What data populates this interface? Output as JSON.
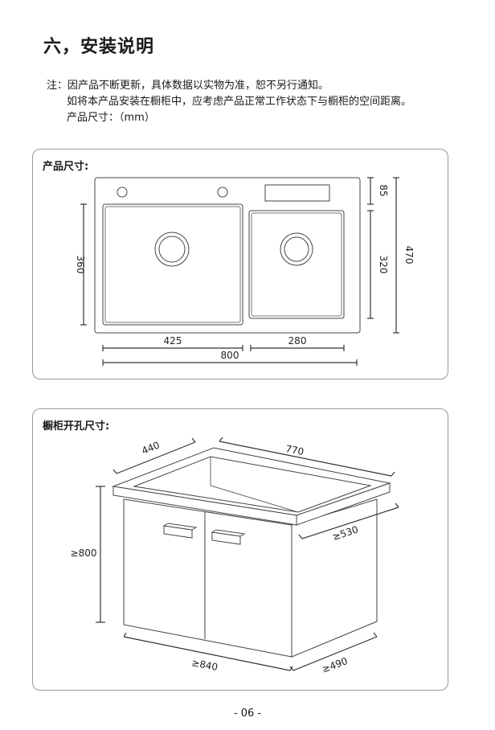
{
  "section_heading": "六，安装说明",
  "notes": [
    "注：因产品不断更新，具体数据以实物为准，恕不另行通知。",
    "如将本产品安装在橱柜中，应考虑产品正常工作状态下与橱柜的空间距离。",
    "产品尺寸：（mm）"
  ],
  "product_panel": {
    "title": "产品尺寸:",
    "dims": {
      "left_bowl_depth": "360",
      "top_deck": "85",
      "right_bowl_depth": "320",
      "overall_depth": "470",
      "left_bowl_width": "425",
      "right_bowl_width": "280",
      "overall_width": "800"
    }
  },
  "cabinet_panel": {
    "title": "橱柜开孔尺寸:",
    "dims": {
      "cutout_depth": "440",
      "cutout_width": "770",
      "cabinet_depth_side": "≥530",
      "cabinet_height": "≥800",
      "cabinet_width": "≥840",
      "cabinet_depth": "≥490"
    }
  },
  "page_number": "- 06 -"
}
